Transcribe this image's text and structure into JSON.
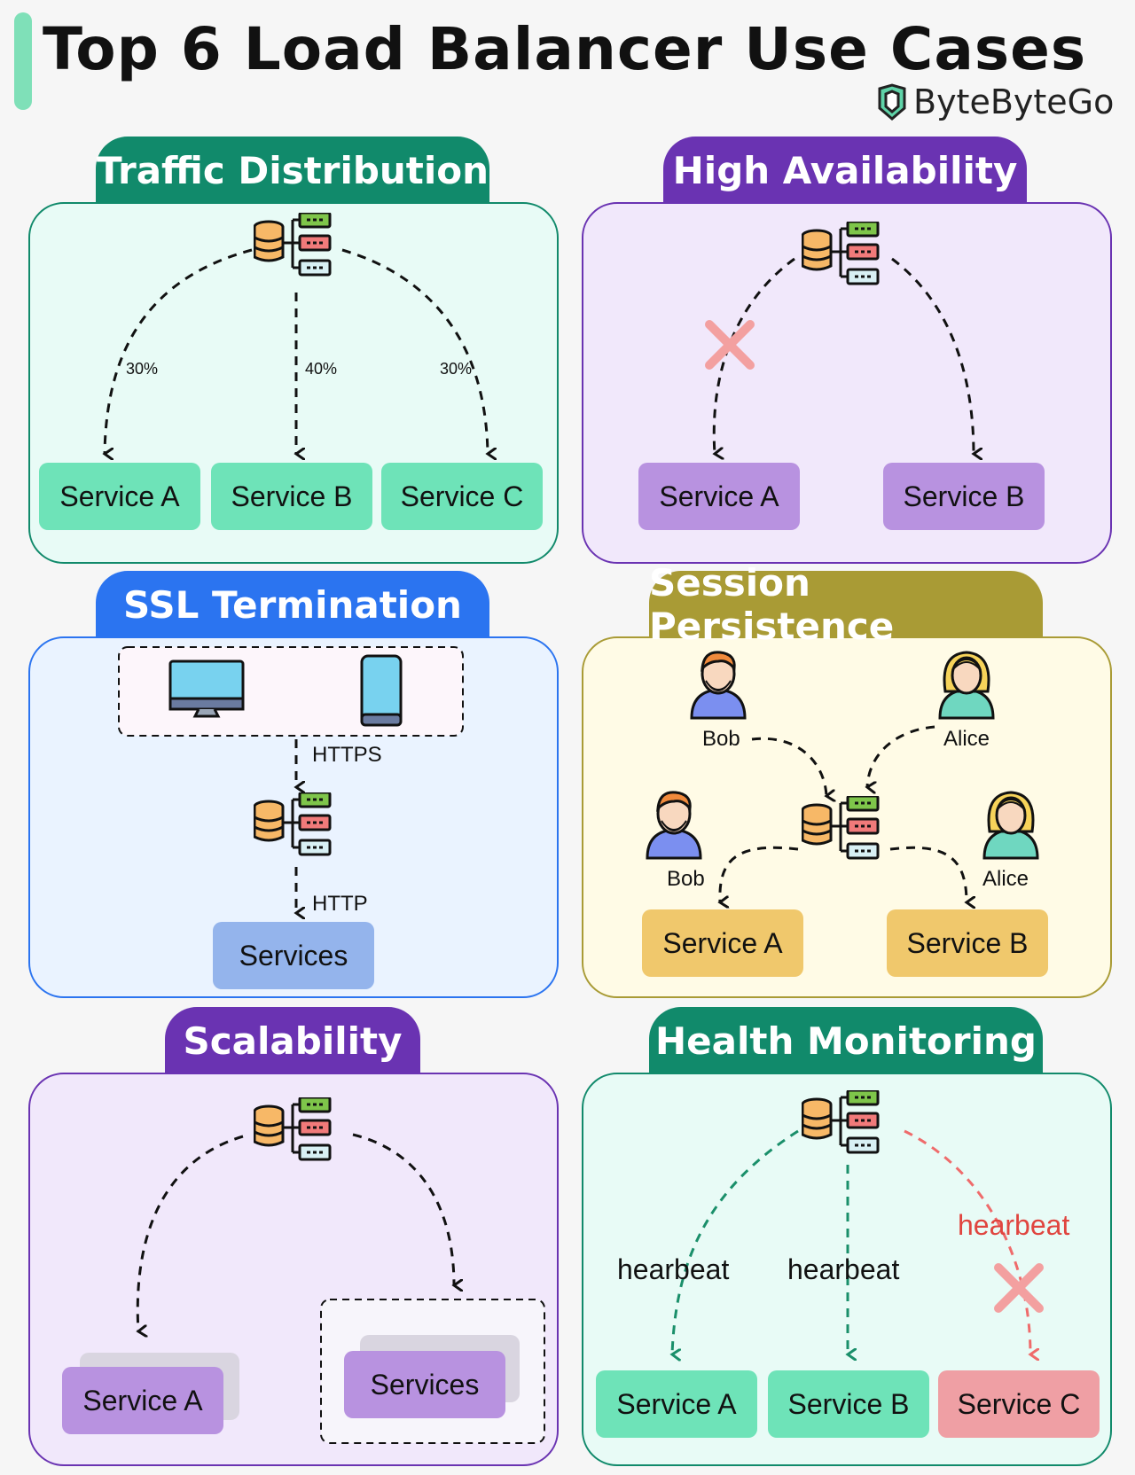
{
  "header": {
    "title": "Top 6 Load Balancer Use Cases",
    "brand": "ByteByteGo"
  },
  "colors": {
    "green_tab": "#118a6b",
    "green_panel": "#e8fbf6",
    "green_service": "#6ee3b8",
    "purple_tab": "#6a33b2",
    "purple_panel": "#f1e8fb",
    "purple_service": "#b892e0",
    "blue_tab": "#2b74f0",
    "blue_panel": "#eaf3ff",
    "blue_service": "#94b4ec",
    "olive_tab": "#a99b35",
    "olive_panel": "#fffbe6",
    "gold_service": "#f0c86c",
    "red_service": "#ef9fa4",
    "failure_red": "#ef5a5a"
  },
  "icons": {
    "load_balancer": "database-server-stack-icon",
    "failure": "x-mark-icon",
    "desktop": "desktop-monitor-icon",
    "phone": "smartphone-icon",
    "user_male": "man-avatar-icon",
    "user_female": "woman-avatar-icon",
    "brand": "bytebytego-logo-icon"
  },
  "panels": {
    "traffic_distribution": {
      "title": "Traffic Distribution",
      "services": [
        "Service A",
        "Service B",
        "Service C"
      ],
      "weights": [
        "30%",
        "40%",
        "30%"
      ]
    },
    "high_availability": {
      "title": "High Availability",
      "services": [
        "Service A",
        "Service B"
      ]
    },
    "ssl_termination": {
      "title": "SSL Termination",
      "upstream_protocol": "HTTPS",
      "downstream_protocol": "HTTP",
      "target": "Services"
    },
    "session_persistence": {
      "title": "Session Persistence",
      "users": [
        "Bob",
        "Alice"
      ],
      "services": [
        "Service A",
        "Service B"
      ]
    },
    "scalability": {
      "title": "Scalability",
      "services": [
        "Service A",
        "Services"
      ]
    },
    "health_monitoring": {
      "title": "Health Monitoring",
      "probe_label": "hearbeat",
      "services": [
        "Service A",
        "Service B",
        "Service C"
      ]
    }
  }
}
